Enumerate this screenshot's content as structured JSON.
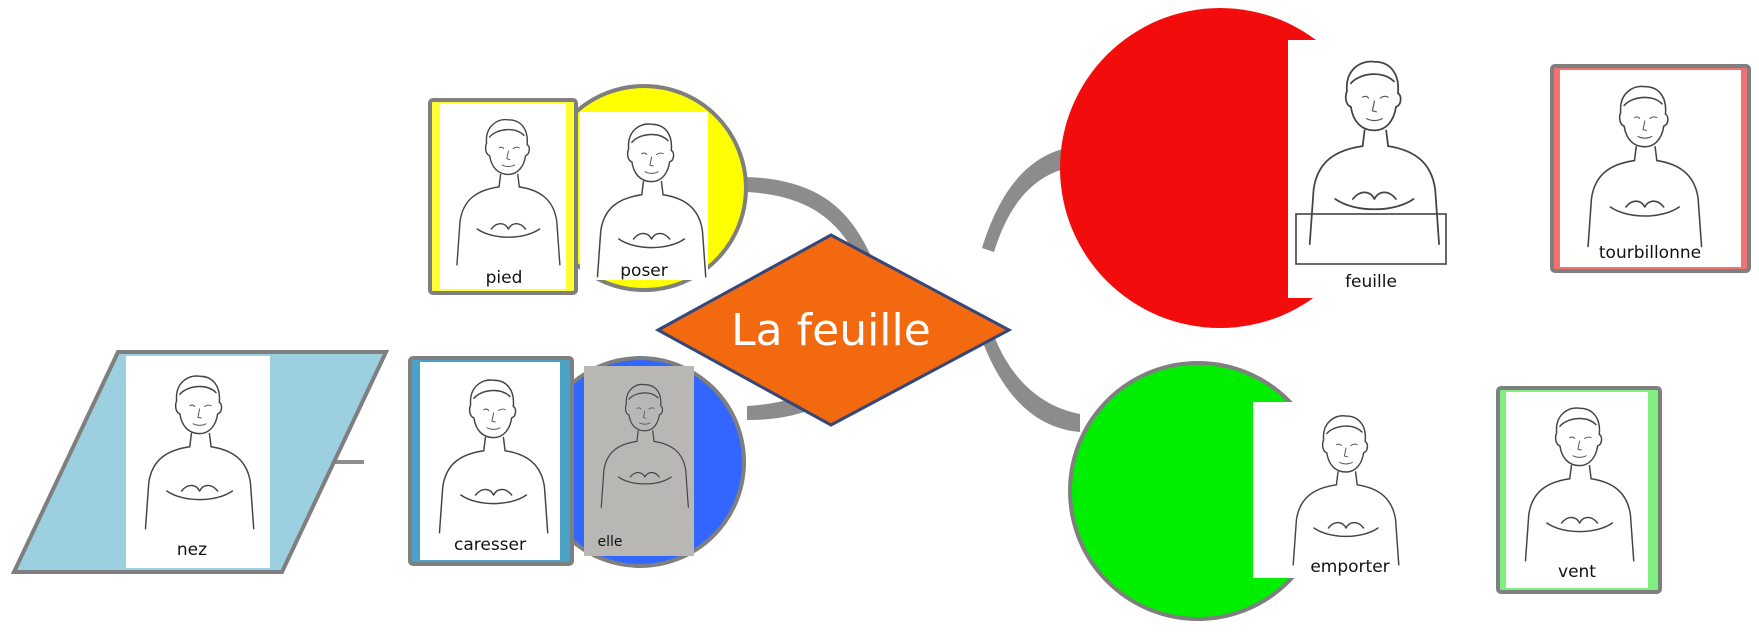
{
  "central": {
    "label": "La feuille",
    "fill": "#F2690F",
    "stroke": "#34467A"
  },
  "nodes": {
    "poser": {
      "label": "poser",
      "fill": "#FFFF00"
    },
    "pied": {
      "label": "pied",
      "accent": "#FFFF33"
    },
    "elle": {
      "label": "elle",
      "fill": "#3366FF"
    },
    "caresser": {
      "label": "caresser",
      "accent": "#4AA3C7"
    },
    "nez": {
      "label": "nez",
      "fill": "#9CCFE0"
    },
    "feuille": {
      "label": "feuille",
      "fill": "#F20C0C"
    },
    "tourbillonne": {
      "label": "tourbillonne",
      "accent": "#F07272"
    },
    "emporter": {
      "label": "emporter",
      "fill": "#00EE00"
    },
    "vent": {
      "label": "vent",
      "accent": "#7FF07F"
    }
  },
  "icons": {
    "sign_picture": "person-signing-drawing"
  },
  "colors": {
    "branch": "#8C8C8C",
    "border": "#7F7F7F"
  }
}
